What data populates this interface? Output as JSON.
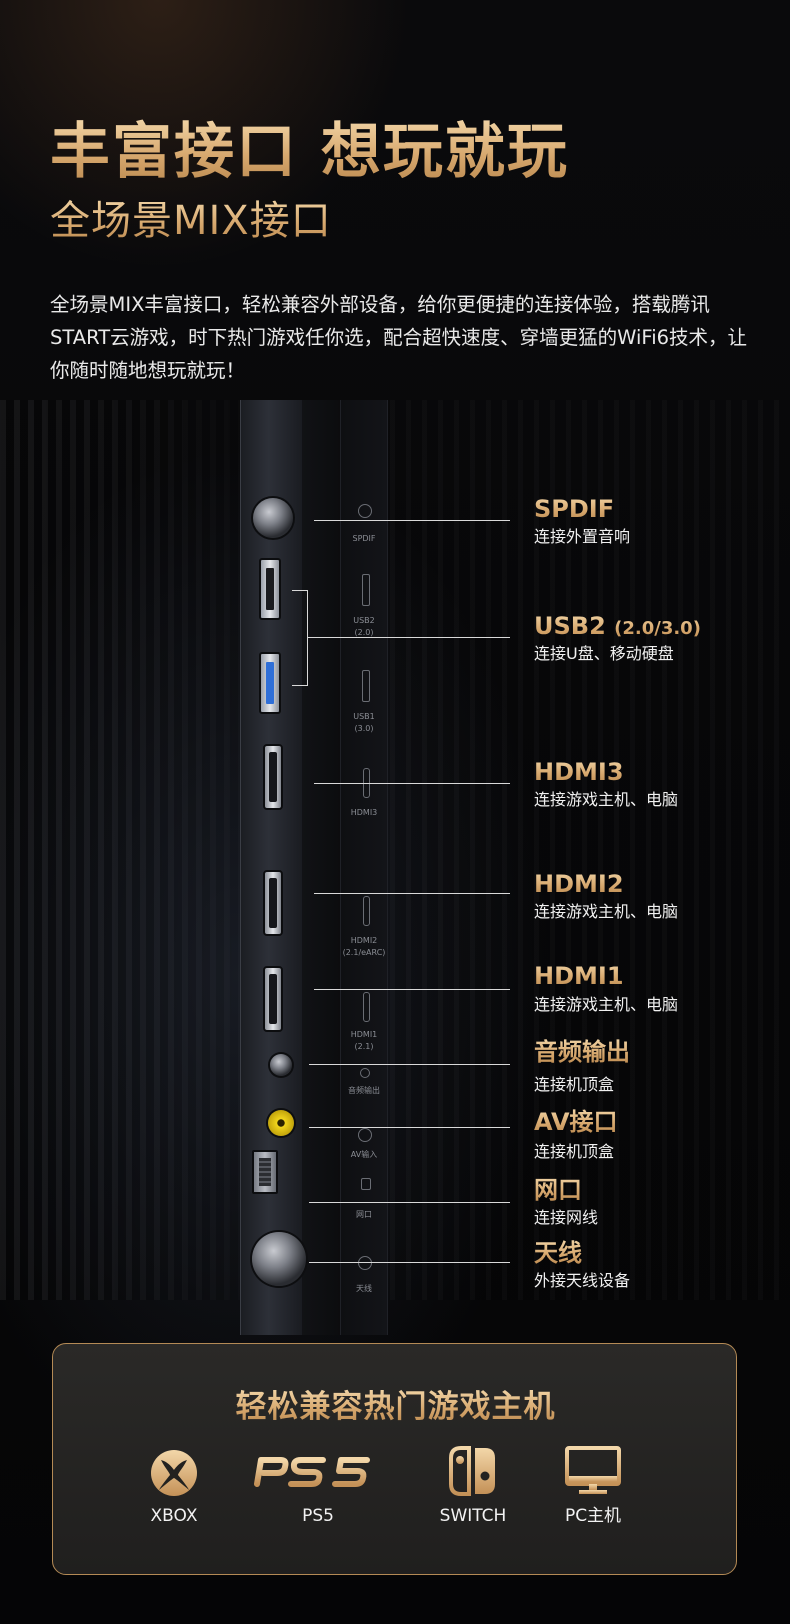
{
  "header": {
    "title": "丰富接口 想玩就玩",
    "subtitle": "全场景MIX接口",
    "description": "全场景MIX丰富接口，轻松兼容外部设备，给你更便捷的连接体验，搭载腾讯START云游戏，时下热门游戏任你选，配合超快速度、穿墙更猛的WiFi6技术，让你随时随地想玩就玩！"
  },
  "panel_labels": {
    "spdif": "SPDIF",
    "usb2": "USB2",
    "usb2_note": "(2.0)",
    "usb1": "USB1",
    "usb1_note": "(3.0)",
    "hdmi3": "HDMI3",
    "hdmi2": "HDMI2",
    "hdmi2_note": "(2.1/eARC)",
    "hdmi1": "HDMI1",
    "hdmi1_note": "(2.1)",
    "audio": "音频输出",
    "av": "AV输入",
    "lan": "网口",
    "antenna": "天线"
  },
  "ports": [
    {
      "name": "SPDIF",
      "extra": "",
      "desc": "连接外置音响"
    },
    {
      "name": "USB2 ",
      "extra": "(2.0/3.0)",
      "desc": "连接U盘、移动硬盘"
    },
    {
      "name": "HDMI3",
      "extra": "",
      "desc": "连接游戏主机、电脑"
    },
    {
      "name": "HDMI2",
      "extra": "",
      "desc": "连接游戏主机、电脑"
    },
    {
      "name": "HDMI1",
      "extra": "",
      "desc": "连接游戏主机、电脑"
    },
    {
      "name": "音频输出",
      "extra": "",
      "desc": "连接机顶盒"
    },
    {
      "name": "AV接口",
      "extra": "",
      "desc": "连接机顶盒"
    },
    {
      "name": "网口",
      "extra": "",
      "desc": "连接网线"
    },
    {
      "name": "天线",
      "extra": "",
      "desc": "外接天线设备"
    }
  ],
  "consoles": {
    "title": "轻松兼容热门游戏主机",
    "items": [
      {
        "label": "XBOX",
        "icon": "xbox-icon"
      },
      {
        "label": "PS5",
        "icon": "ps5-logo-icon"
      },
      {
        "label": "SWITCH",
        "icon": "switch-icon"
      },
      {
        "label": "PC主机",
        "icon": "monitor-icon"
      }
    ]
  },
  "colors": {
    "gold": "#d7a86e",
    "gold_light": "#f3d7a9",
    "border": "#b48a55",
    "background": "#050506"
  }
}
